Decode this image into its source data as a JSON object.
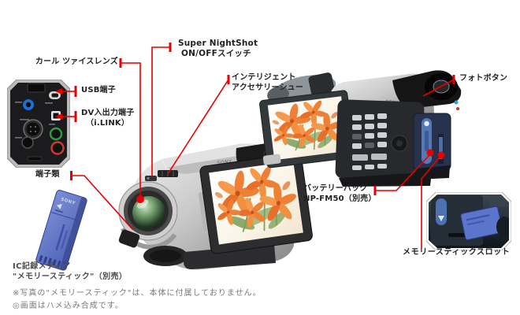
{
  "page": {
    "background": "#ffffff"
  },
  "colors": {
    "callout_red": "#e60000",
    "label_text": "#222222",
    "note_text": "#7a7a7a",
    "memory_stick_blue": "#5b6cc0",
    "battery_navy": "#27324e",
    "battery_stripe_blue": "#5478b8"
  },
  "brand": {
    "logo": "SONY"
  },
  "callouts": {
    "carl_zeiss_lens": "カール ツァイスレンズ",
    "usb_terminal": "USB端子",
    "dv_terminal_line1": "DV入出力端子",
    "dv_terminal_line2": "（i.LINK）",
    "terminals": "端子類",
    "nightshot_line1": "Super NightShot",
    "nightshot_line2": "ON/OFFスイッチ",
    "accessory_shoe_line1": "インテリジェント",
    "accessory_shoe_line2": "アクセサリーシュー",
    "photo_button": "フォトボタン",
    "battery_line1": "バッテリーパック",
    "battery_line2": "NP-FM50（別売）",
    "memory_stick_slot": "メモリースティックスロット"
  },
  "captions": {
    "ic_media_line1": "IC記録メディア",
    "ic_media_line2": "\"メモリースティック\"（別売）"
  },
  "footnotes": {
    "note1": "※写真の\"メモリースティック\"は、本体に付属しておりません。",
    "note2": "◎画面はハメ込み合成です。"
  }
}
